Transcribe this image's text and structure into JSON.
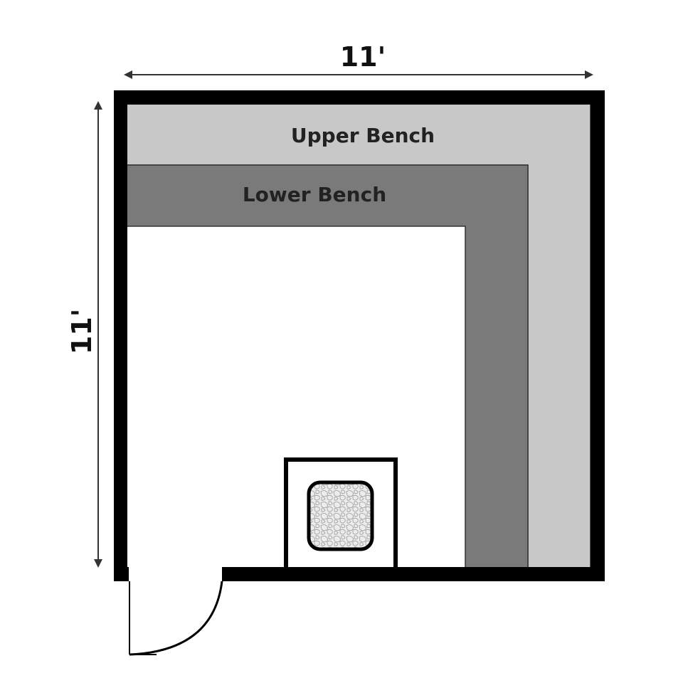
{
  "dimensions": {
    "width_label": "11'",
    "height_label": "11'"
  },
  "benches": {
    "upper_label": "Upper Bench",
    "lower_label": "Lower Bench"
  },
  "colors": {
    "wall": "#000000",
    "upper_bench": "#c8c8c8",
    "lower_bench": "#7a7a7a",
    "floor": "#ffffff",
    "dimension_line": "#333333",
    "heater_stones": "#e6e6e6"
  },
  "icons": {
    "heater": "sauna-heater-icon",
    "door": "door-swing-icon"
  }
}
